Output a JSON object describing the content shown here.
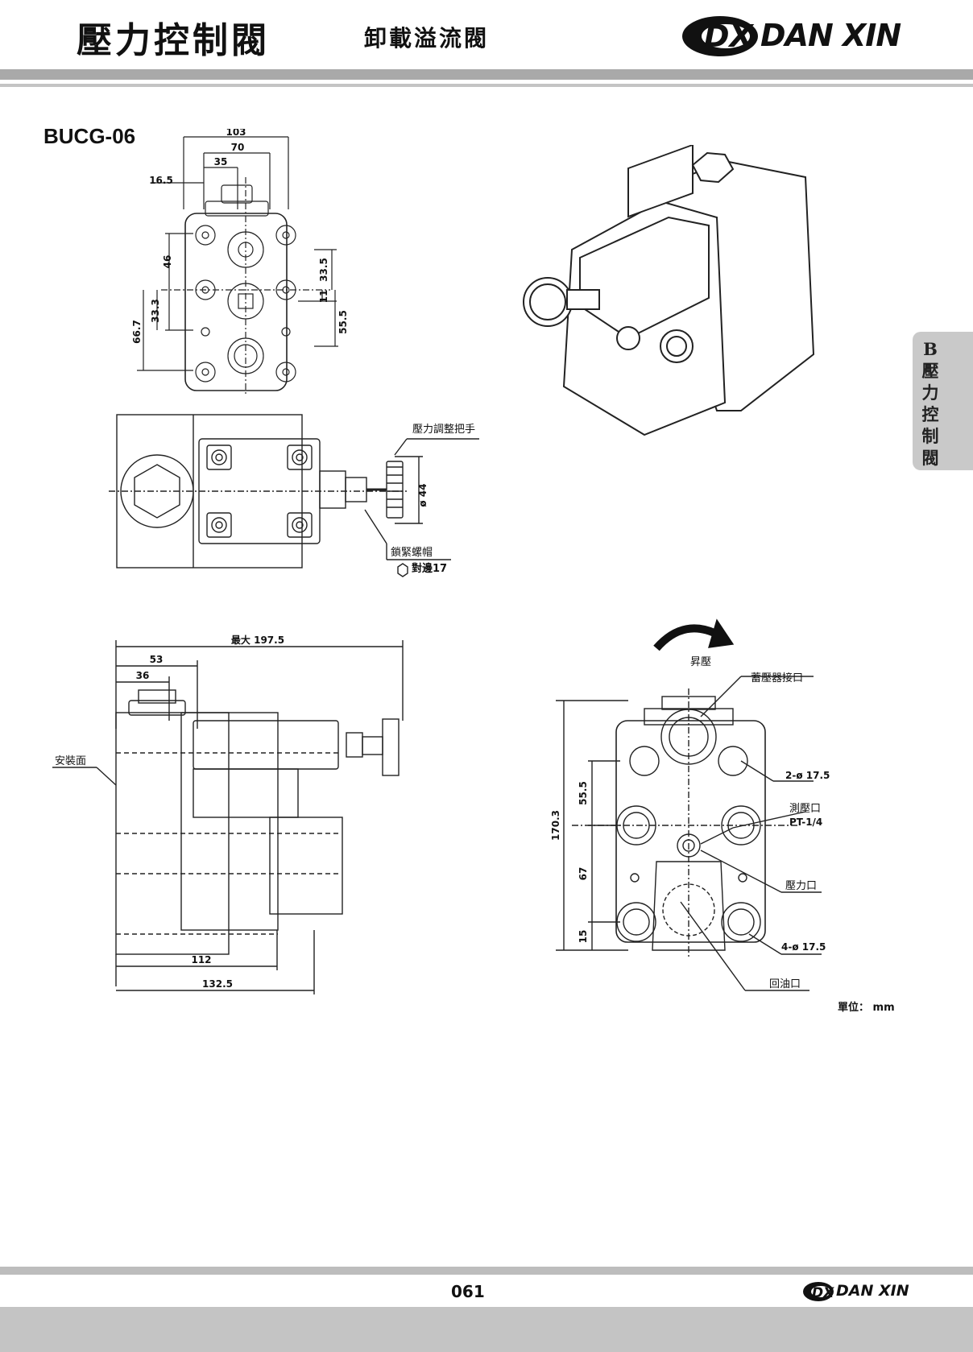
{
  "header": {
    "title_main": "壓力控制閥",
    "title_sub": "卸載溢流閥",
    "logo_mark": "DX",
    "logo_text": "DAN XIN"
  },
  "model": "BUCG-06",
  "side_tab": {
    "label": "B壓力控制閥"
  },
  "drawing_top": {
    "dims": {
      "w103": "103",
      "w70": "70",
      "w35": "35",
      "w16_5": "16.5",
      "h46": "46",
      "h33_3": "33.3",
      "h66_7": "66.7",
      "h33_5": "33.5",
      "h11": "11",
      "h55_5": "55.5"
    }
  },
  "drawing_side": {
    "labels": {
      "handle": "壓力調整把手",
      "locknut": "鎖緊螺帽",
      "across_flats": "對邊17"
    },
    "dims": {
      "d44": "ø 44"
    }
  },
  "drawing_front": {
    "labels": {
      "mount_face": "安裝面"
    },
    "dims": {
      "max": "最大 197.5",
      "w53": "53",
      "w36": "36",
      "w112": "112",
      "w132_5": "132.5"
    }
  },
  "drawing_bottom": {
    "labels": {
      "raise": "昇壓",
      "accumulator": "蓄壓器接口",
      "test_port": "測壓口",
      "test_thread": "PT-1/4",
      "pressure_port": "壓力口",
      "return_port": "回油口"
    },
    "dims": {
      "h170_3": "170.3",
      "h55_5": "55.5",
      "h67": "67",
      "h15": "15",
      "holes2": "2-ø 17.5",
      "holes4": "4-ø 17.5"
    }
  },
  "unit": "單位： mm",
  "footer": {
    "page": "061",
    "logo_mark": "DX",
    "logo_text": "DAN XIN"
  }
}
